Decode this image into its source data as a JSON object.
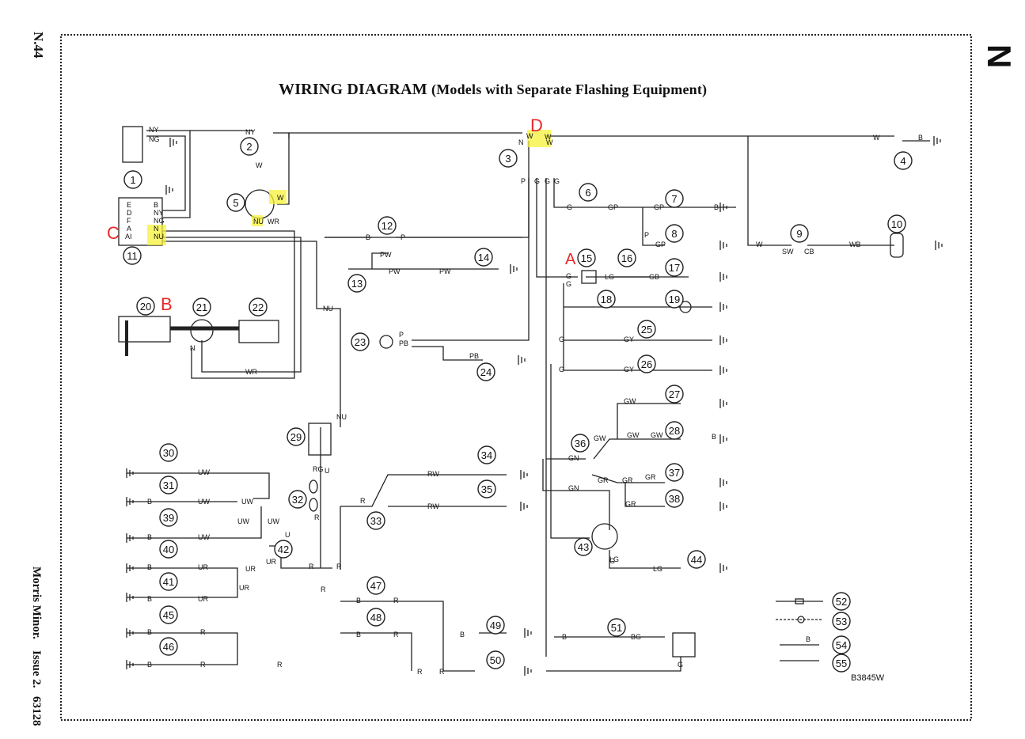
{
  "page": {
    "title_main": "WIRING DIAGRAM",
    "title_sub": "(Models with Separate Flashing Equipment)",
    "page_ref": "N.44",
    "section_letter": "N",
    "footer_model": "Morris Minor.",
    "footer_issue": "Issue 2.",
    "footer_number": "63128",
    "drawing_number": "B3845W"
  },
  "annotations": {
    "A": "A",
    "B": "B",
    "C": "C",
    "D": "D",
    "color": "#e8282a",
    "highlight_color": "#f7f23a"
  },
  "components": [
    "1",
    "2",
    "3",
    "4",
    "5",
    "6",
    "7",
    "8",
    "9",
    "10",
    "11",
    "12",
    "13",
    "14",
    "15",
    "16",
    "17",
    "18",
    "19",
    "20",
    "21",
    "22",
    "23",
    "24",
    "25",
    "26",
    "27",
    "28",
    "29",
    "30",
    "31",
    "32",
    "33",
    "34",
    "35",
    "36",
    "37",
    "38",
    "39",
    "40",
    "41",
    "42",
    "43",
    "44",
    "45",
    "46",
    "47",
    "48",
    "49",
    "50",
    "51",
    "52",
    "53",
    "54",
    "55"
  ],
  "wire_codes": {
    "NY": "NY",
    "NG": "NG",
    "W": "W",
    "N": "N",
    "P": "P",
    "G": "G",
    "B": "B",
    "NU": "NU",
    "WR": "WR",
    "GP": "GP",
    "SW": "SW",
    "CB": "CB",
    "WB": "WB",
    "PW": "PW",
    "LG": "LG",
    "GB": "GB",
    "PB": "PB",
    "GY": "GY",
    "GW": "GW",
    "GN": "GN",
    "GR": "GR",
    "RW": "RW",
    "RG": "RG",
    "U": "U",
    "R": "R",
    "UW": "UW",
    "UR": "UR",
    "BG": "BG",
    "E": "E",
    "D": "D",
    "F": "F",
    "A": "A",
    "A1": "AI"
  }
}
